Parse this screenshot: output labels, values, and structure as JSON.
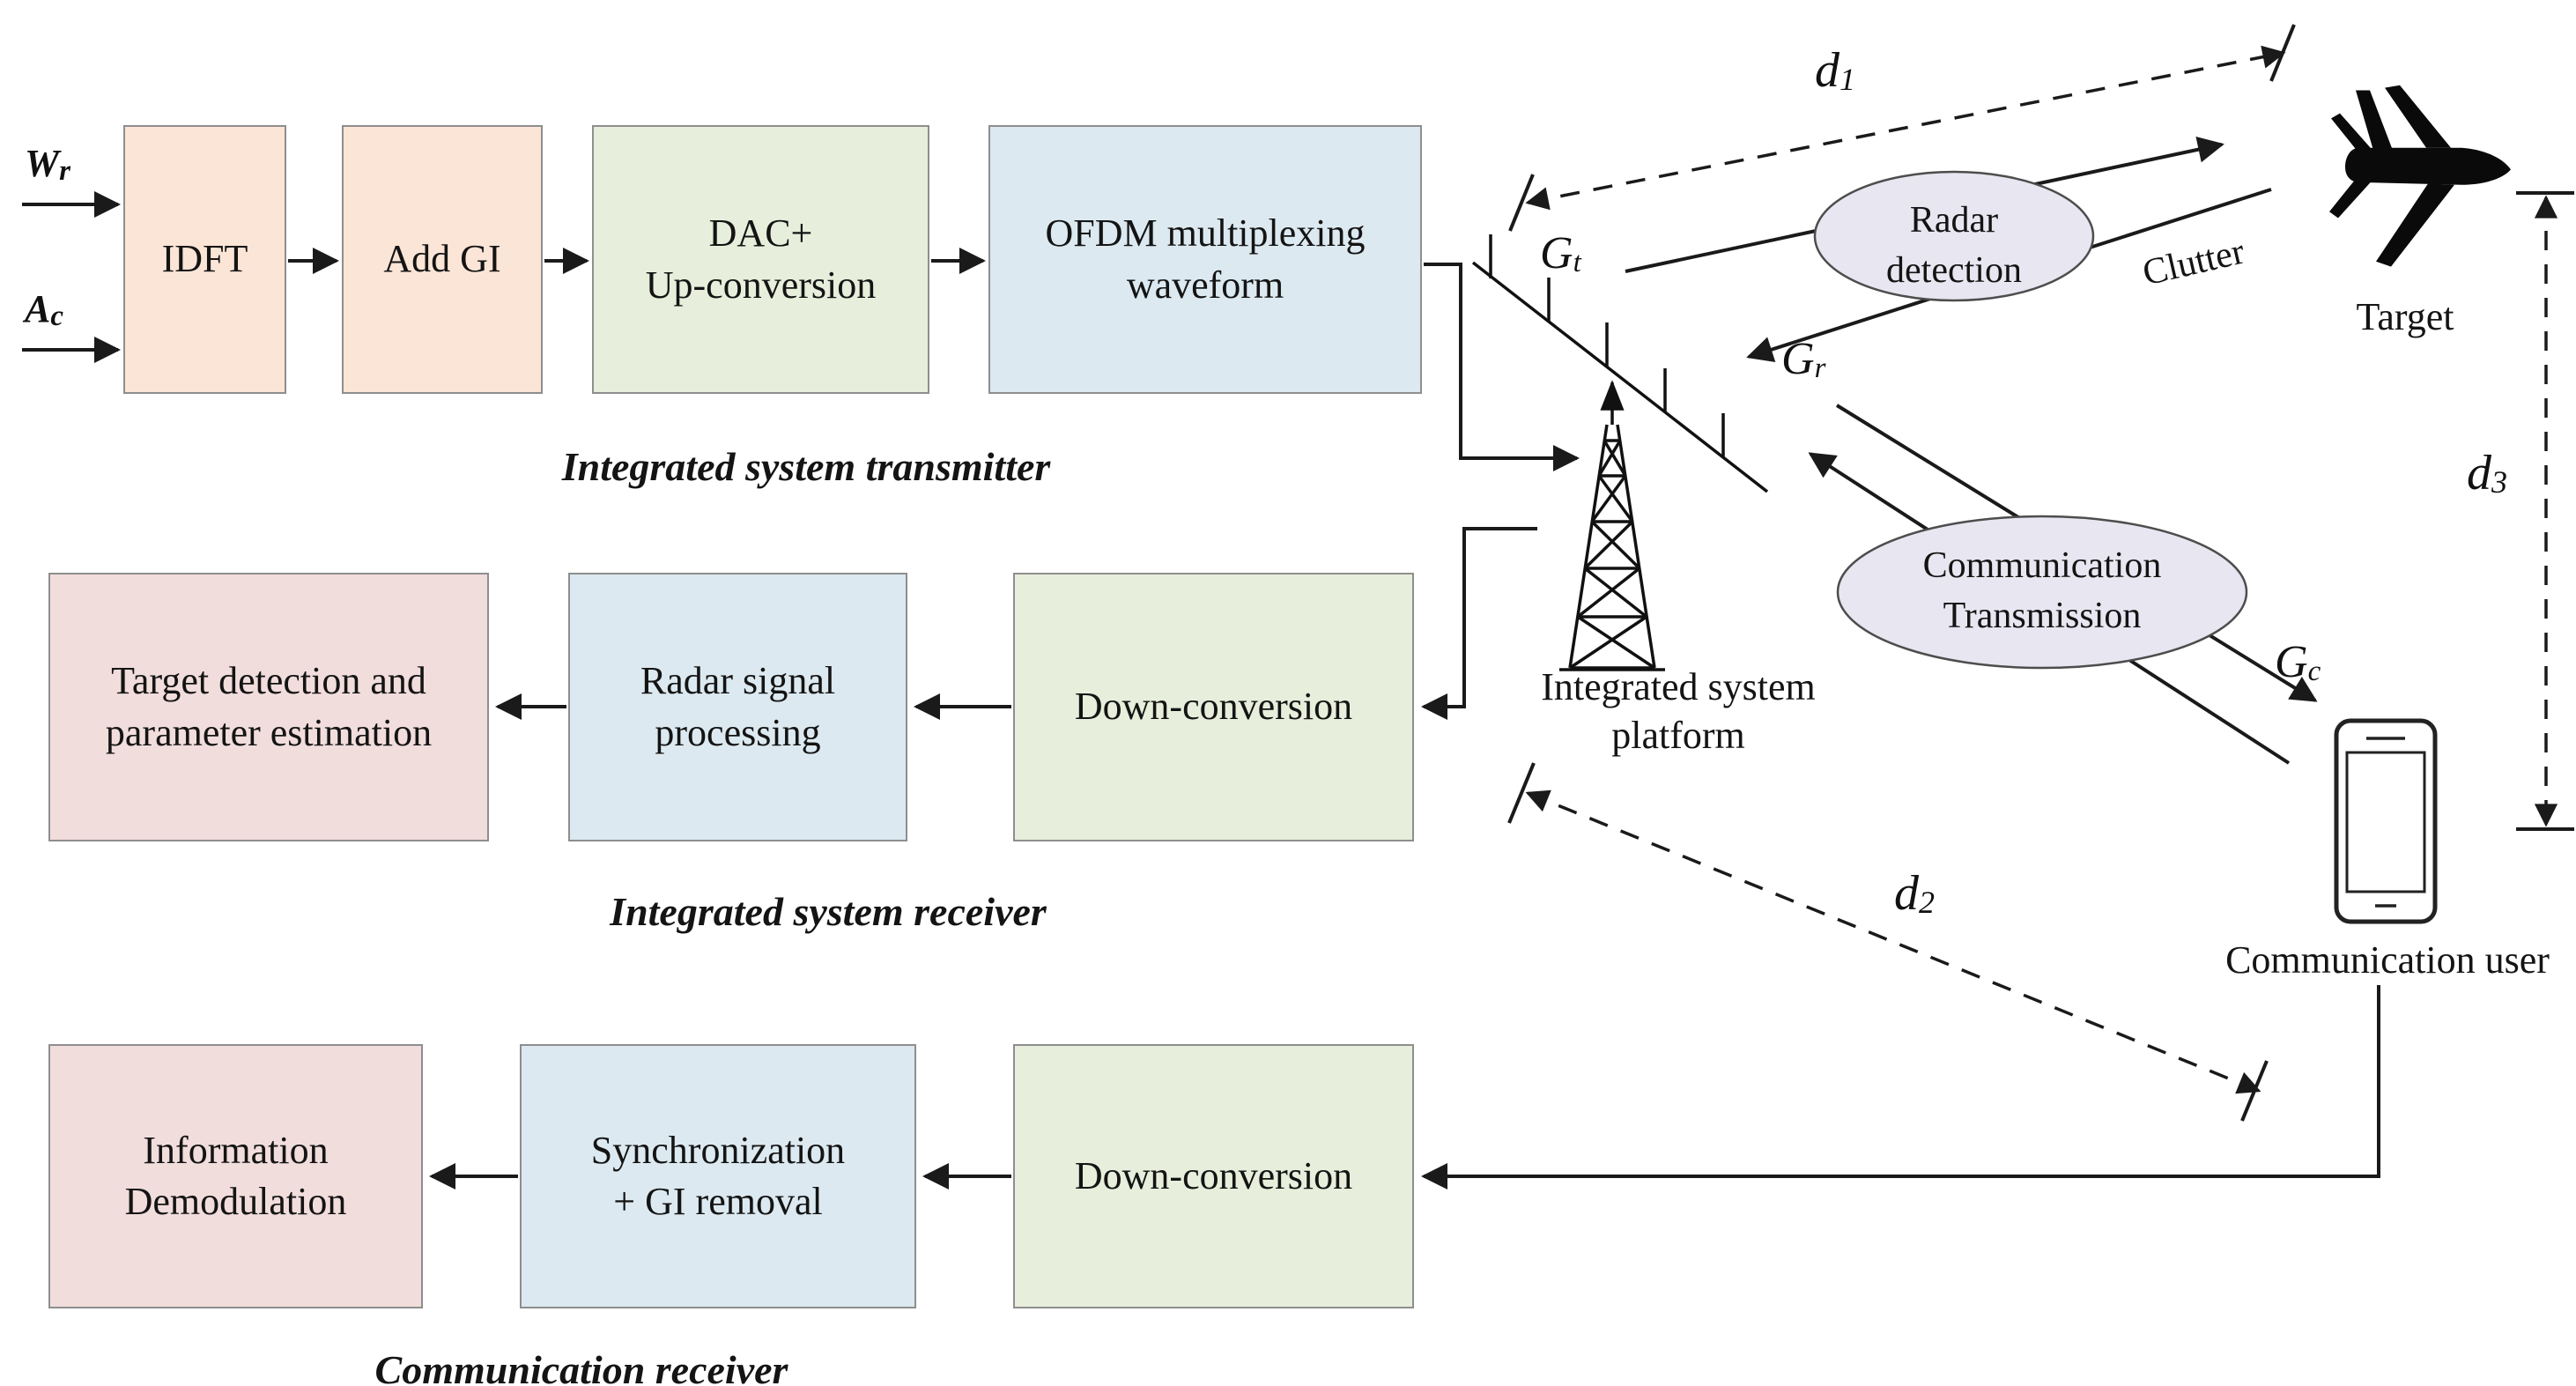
{
  "inputs": {
    "wr_base": "W",
    "wr_sub": "r",
    "ac_base": "A",
    "ac_sub": "c"
  },
  "transmitter": {
    "idft": "IDFT",
    "add_gi": "Add GI",
    "dac1": "DAC+",
    "dac2": "Up-conversion",
    "ofdm1": "OFDM multiplexing",
    "ofdm2": "waveform",
    "caption": "Integrated system transmitter"
  },
  "receiver": {
    "target1": "Target detection and",
    "target2": "parameter estimation",
    "radar1": "Radar signal",
    "radar2": "processing",
    "downconv": "Down-conversion",
    "caption": "Integrated system receiver"
  },
  "comm": {
    "info1": "Information",
    "info2": "Demodulation",
    "sync1": "Synchronization",
    "sync2": "+ GI removal",
    "downconv": "Down-conversion",
    "caption": "Communication  receiver"
  },
  "scene": {
    "radar_ellipse1": "Radar",
    "radar_ellipse2": "detection",
    "comm_ellipse1": "Communication",
    "comm_ellipse2": "Transmission",
    "gt_base": "G",
    "gt_sub": "t",
    "gr_base": "G",
    "gr_sub": "r",
    "gc_base": "G",
    "gc_sub": "c",
    "d1_base": "d",
    "d1_sub": "1",
    "d2_base": "d",
    "d2_sub": "2",
    "d3_base": "d",
    "d3_sub": "3",
    "clutter": "Clutter",
    "platform1": "Integrated system",
    "platform2": "platform",
    "target": "Target",
    "comm_user": "Communication user"
  },
  "colors": {
    "box_peach": "#FBE5D6",
    "box_green": "#E7EEDB",
    "box_blue": "#DCE9F0",
    "box_pink": "#F1DDDC",
    "ellipse_fill": "#E8E6F0",
    "line": "#1a1a1a"
  }
}
